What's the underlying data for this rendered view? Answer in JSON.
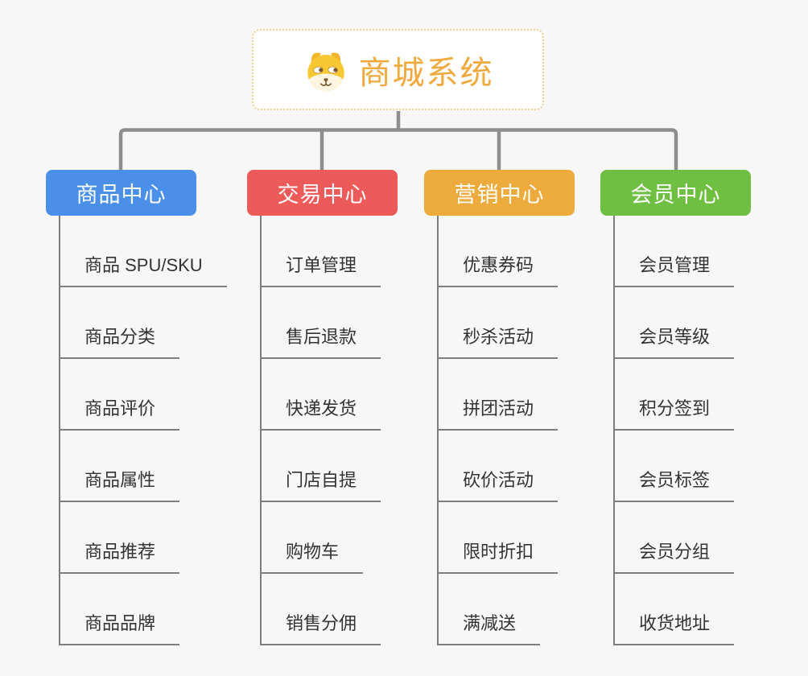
{
  "root": {
    "title": "商城系统",
    "icon": "dog-face-icon",
    "accent_color": "#f0a93c",
    "border_color": "#f2cd8d"
  },
  "branches": [
    {
      "label": "商品中心",
      "color": "#4a90e8",
      "items": [
        "商品 SPU/SKU",
        "商品分类",
        "商品评价",
        "商品属性",
        "商品推荐",
        "商品品牌"
      ]
    },
    {
      "label": "交易中心",
      "color": "#ed5a5a",
      "items": [
        "订单管理",
        "售后退款",
        "快递发货",
        "门店自提",
        "购物车",
        "销售分佣"
      ]
    },
    {
      "label": "营销中心",
      "color": "#edaa3d",
      "items": [
        "优惠券码",
        "秒杀活动",
        "拼团活动",
        "砍价活动",
        "限时折扣",
        "满减送"
      ]
    },
    {
      "label": "会员中心",
      "color": "#6fbf43",
      "items": [
        "会员管理",
        "会员等级",
        "积分签到",
        "会员标签",
        "会员分组",
        "收货地址"
      ]
    }
  ],
  "theme": {
    "background_color": "#f7f7f7",
    "connector_color": "#8d8d8d",
    "tree_line_color": "#7e7e7e",
    "item_text_color": "#333333",
    "node_background": "#ffffff"
  }
}
